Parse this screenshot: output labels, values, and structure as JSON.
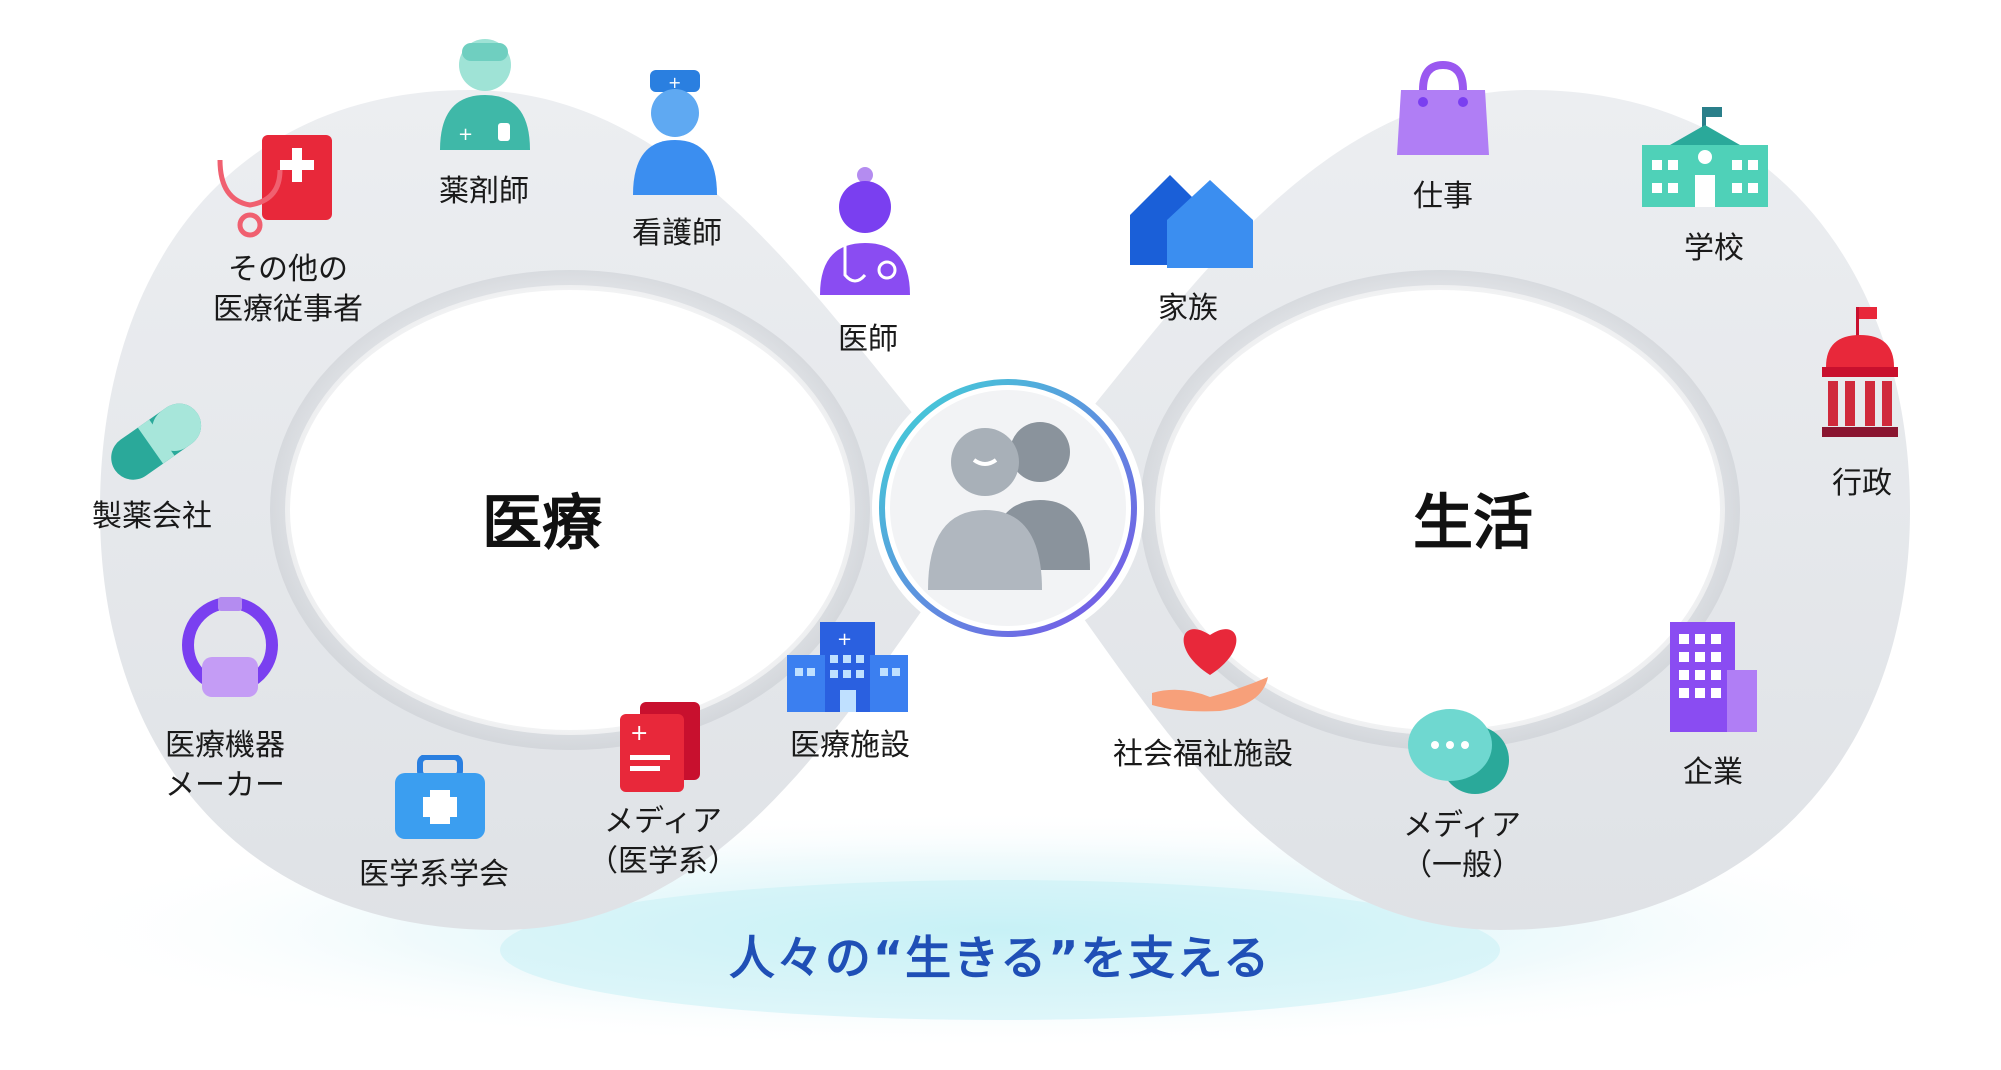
{
  "center": {
    "medical_title": "医療",
    "life_title": "生活"
  },
  "nodes": {
    "pharmacist": "薬剤師",
    "nurse": "看護師",
    "doctor": "医師",
    "other_staff_line1": "その他の",
    "other_staff_line2": "医療従事者",
    "pharma_company": "製薬会社",
    "device_maker_line1": "医療機器",
    "device_maker_line2": "メーカー",
    "medical_society": "医学系学会",
    "medical_media_line1": "メディア",
    "medical_media_line2": "（医学系）",
    "medical_facility": "医療施設",
    "family": "家族",
    "work": "仕事",
    "school": "学校",
    "government": "行政",
    "welfare_facility": "社会福祉施設",
    "general_media_line1": "メディア",
    "general_media_line2": "（一般）",
    "company": "企業"
  },
  "tagline": "人々の“生きる”を支える",
  "colors": {
    "ring": "#e4e6ea",
    "tagline": "#1f4fb6",
    "glow": "#a9e8f2"
  }
}
